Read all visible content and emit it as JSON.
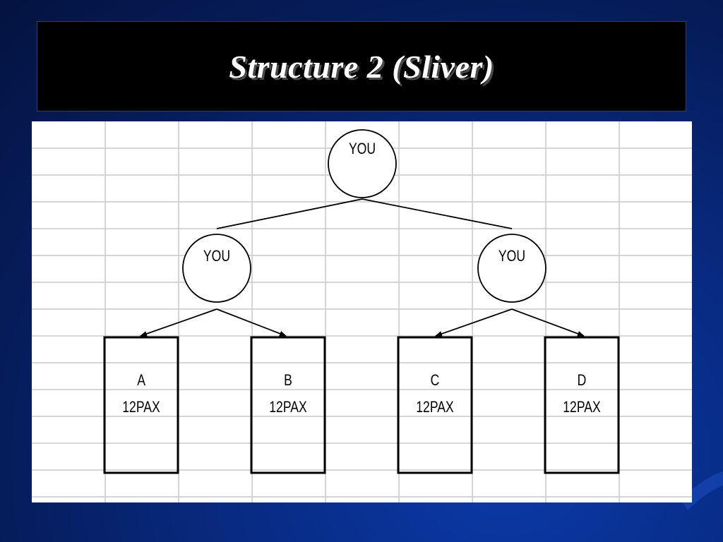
{
  "slide": {
    "title": "Structure 2 (Sliver)"
  },
  "diagram": {
    "root": {
      "label": "YOU"
    },
    "level1": [
      {
        "label": "YOU"
      },
      {
        "label": "YOU"
      }
    ],
    "leaves": [
      {
        "letter": "A",
        "pax": "12PAX"
      },
      {
        "letter": "B",
        "pax": "12PAX"
      },
      {
        "letter": "C",
        "pax": "12PAX"
      },
      {
        "letter": "D",
        "pax": "12PAX"
      }
    ]
  }
}
